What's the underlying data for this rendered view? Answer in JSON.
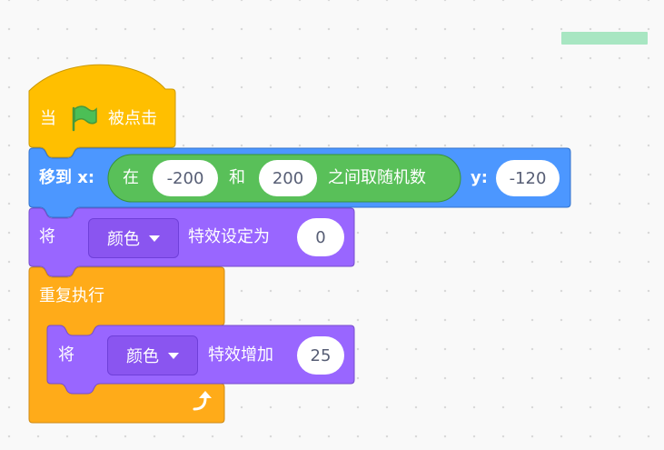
{
  "hat": {
    "when": "当",
    "clicked": "被点击"
  },
  "motion": {
    "goto_label": "移到 x:",
    "y_label": "y:",
    "y_value": "-120",
    "random": {
      "pick": "在",
      "from": "-200",
      "and": "和",
      "to": "200",
      "suffix": "之间取随机数"
    }
  },
  "set_effect": {
    "label": "将",
    "effect": "颜色",
    "set_to": "特效设定为",
    "value": "0"
  },
  "repeat": {
    "label": "重复执行"
  },
  "change_effect": {
    "label": "将",
    "effect": "颜色",
    "change_by": "特效增加",
    "value": "25"
  },
  "colors": {
    "events": "#ffbf00",
    "motion": "#4c97ff",
    "operators": "#59c059",
    "looks": "#9966ff",
    "control": "#ffab19"
  },
  "icons": {
    "flag": "green-flag-icon",
    "repeat": "repeat-arrow-icon",
    "dropdown": "dropdown-caret-icon"
  }
}
